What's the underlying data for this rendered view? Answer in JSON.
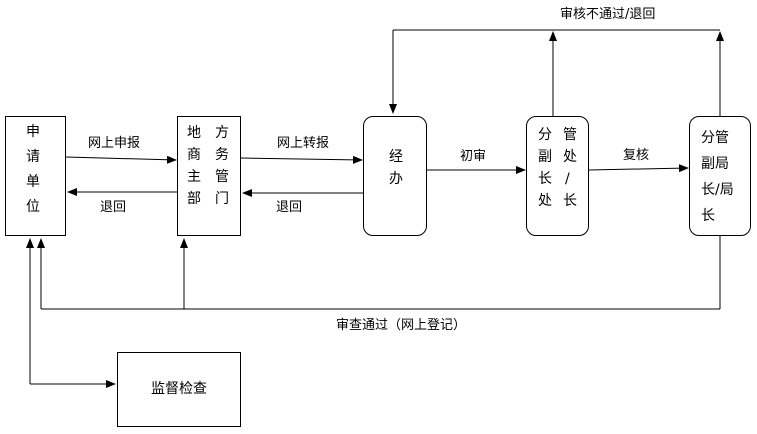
{
  "nodes": {
    "applicant": [
      "申",
      "请",
      "单",
      "位"
    ],
    "local_dept": {
      "col1": [
        "地",
        "商",
        "主",
        "部"
      ],
      "col2": [
        "方",
        "务",
        "管",
        "门"
      ]
    },
    "handler": [
      "经",
      "办"
    ],
    "deputy_director": {
      "col1": [
        "分",
        "副",
        "长",
        "处"
      ],
      "col2": [
        "管",
        "处",
        "/",
        "长"
      ]
    },
    "deputy_bureau_chief": [
      "分管",
      "副局",
      "长/局",
      "长"
    ],
    "supervision": "监督检查"
  },
  "edges": {
    "online_apply": "网上申报",
    "return_1": "退回",
    "online_forward": "网上转报",
    "return_2": "退回",
    "initial_review": "初审",
    "second_review": "复核",
    "review_fail": "审核不通过/退回",
    "review_pass": "审查通过（网上登记）"
  }
}
